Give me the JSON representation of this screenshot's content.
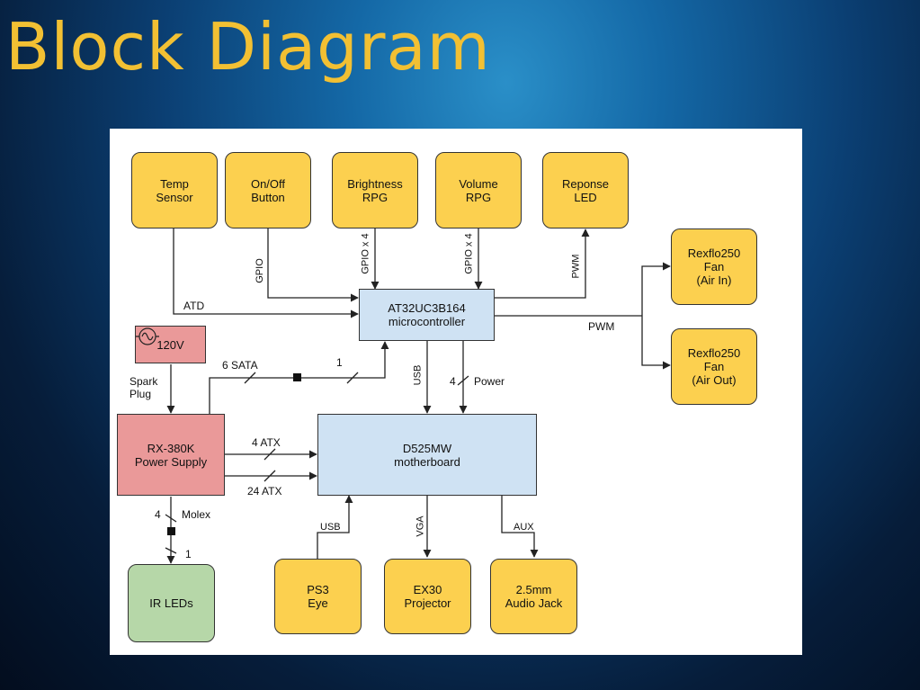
{
  "title": "Block Diagram",
  "nodes": {
    "temp": "Temp\nSensor",
    "onoff": "On/Off\nButton",
    "brightness": "Brightness\nRPG",
    "volume": "Volume\nRPG",
    "response": "Reponse\nLED",
    "fan_in": "Rexflo250\nFan\n(Air In)",
    "fan_out": "Rexflo250\nFan\n(Air Out)",
    "mcu": "AT32UC3B164\nmicrocontroller",
    "ac": "120V",
    "psu": "RX-380K\nPower Supply",
    "mobo": "D525MW\nmotherboard",
    "irleds": "IR LEDs",
    "ps3": "PS3\nEye",
    "projector": "EX30\nProjector",
    "audio": "2.5mm\nAudio Jack"
  },
  "edges": {
    "atd": "ATD",
    "gpio": "GPIO",
    "gpio_x4_a": "GPIO x 4",
    "gpio_x4_b": "GPIO x 4",
    "pwm_led": "PWM",
    "pwm_fan": "PWM",
    "spark": "Spark\nPlug",
    "sata": "6 SATA",
    "one_a": "1",
    "usb_mcu": "USB",
    "four_power": "4",
    "power": "Power",
    "atx4": "4 ATX",
    "atx24": "24 ATX",
    "four_molex": "4",
    "molex": "Molex",
    "one_b": "1",
    "usb_ps3": "USB",
    "vga": "VGA",
    "aux": "AUX"
  },
  "colors": {
    "title": "#f2c033",
    "input_box": "#fcd04f",
    "core_box": "#cfe2f3",
    "power_box": "#ea9999",
    "led_box": "#b6d7a8"
  }
}
